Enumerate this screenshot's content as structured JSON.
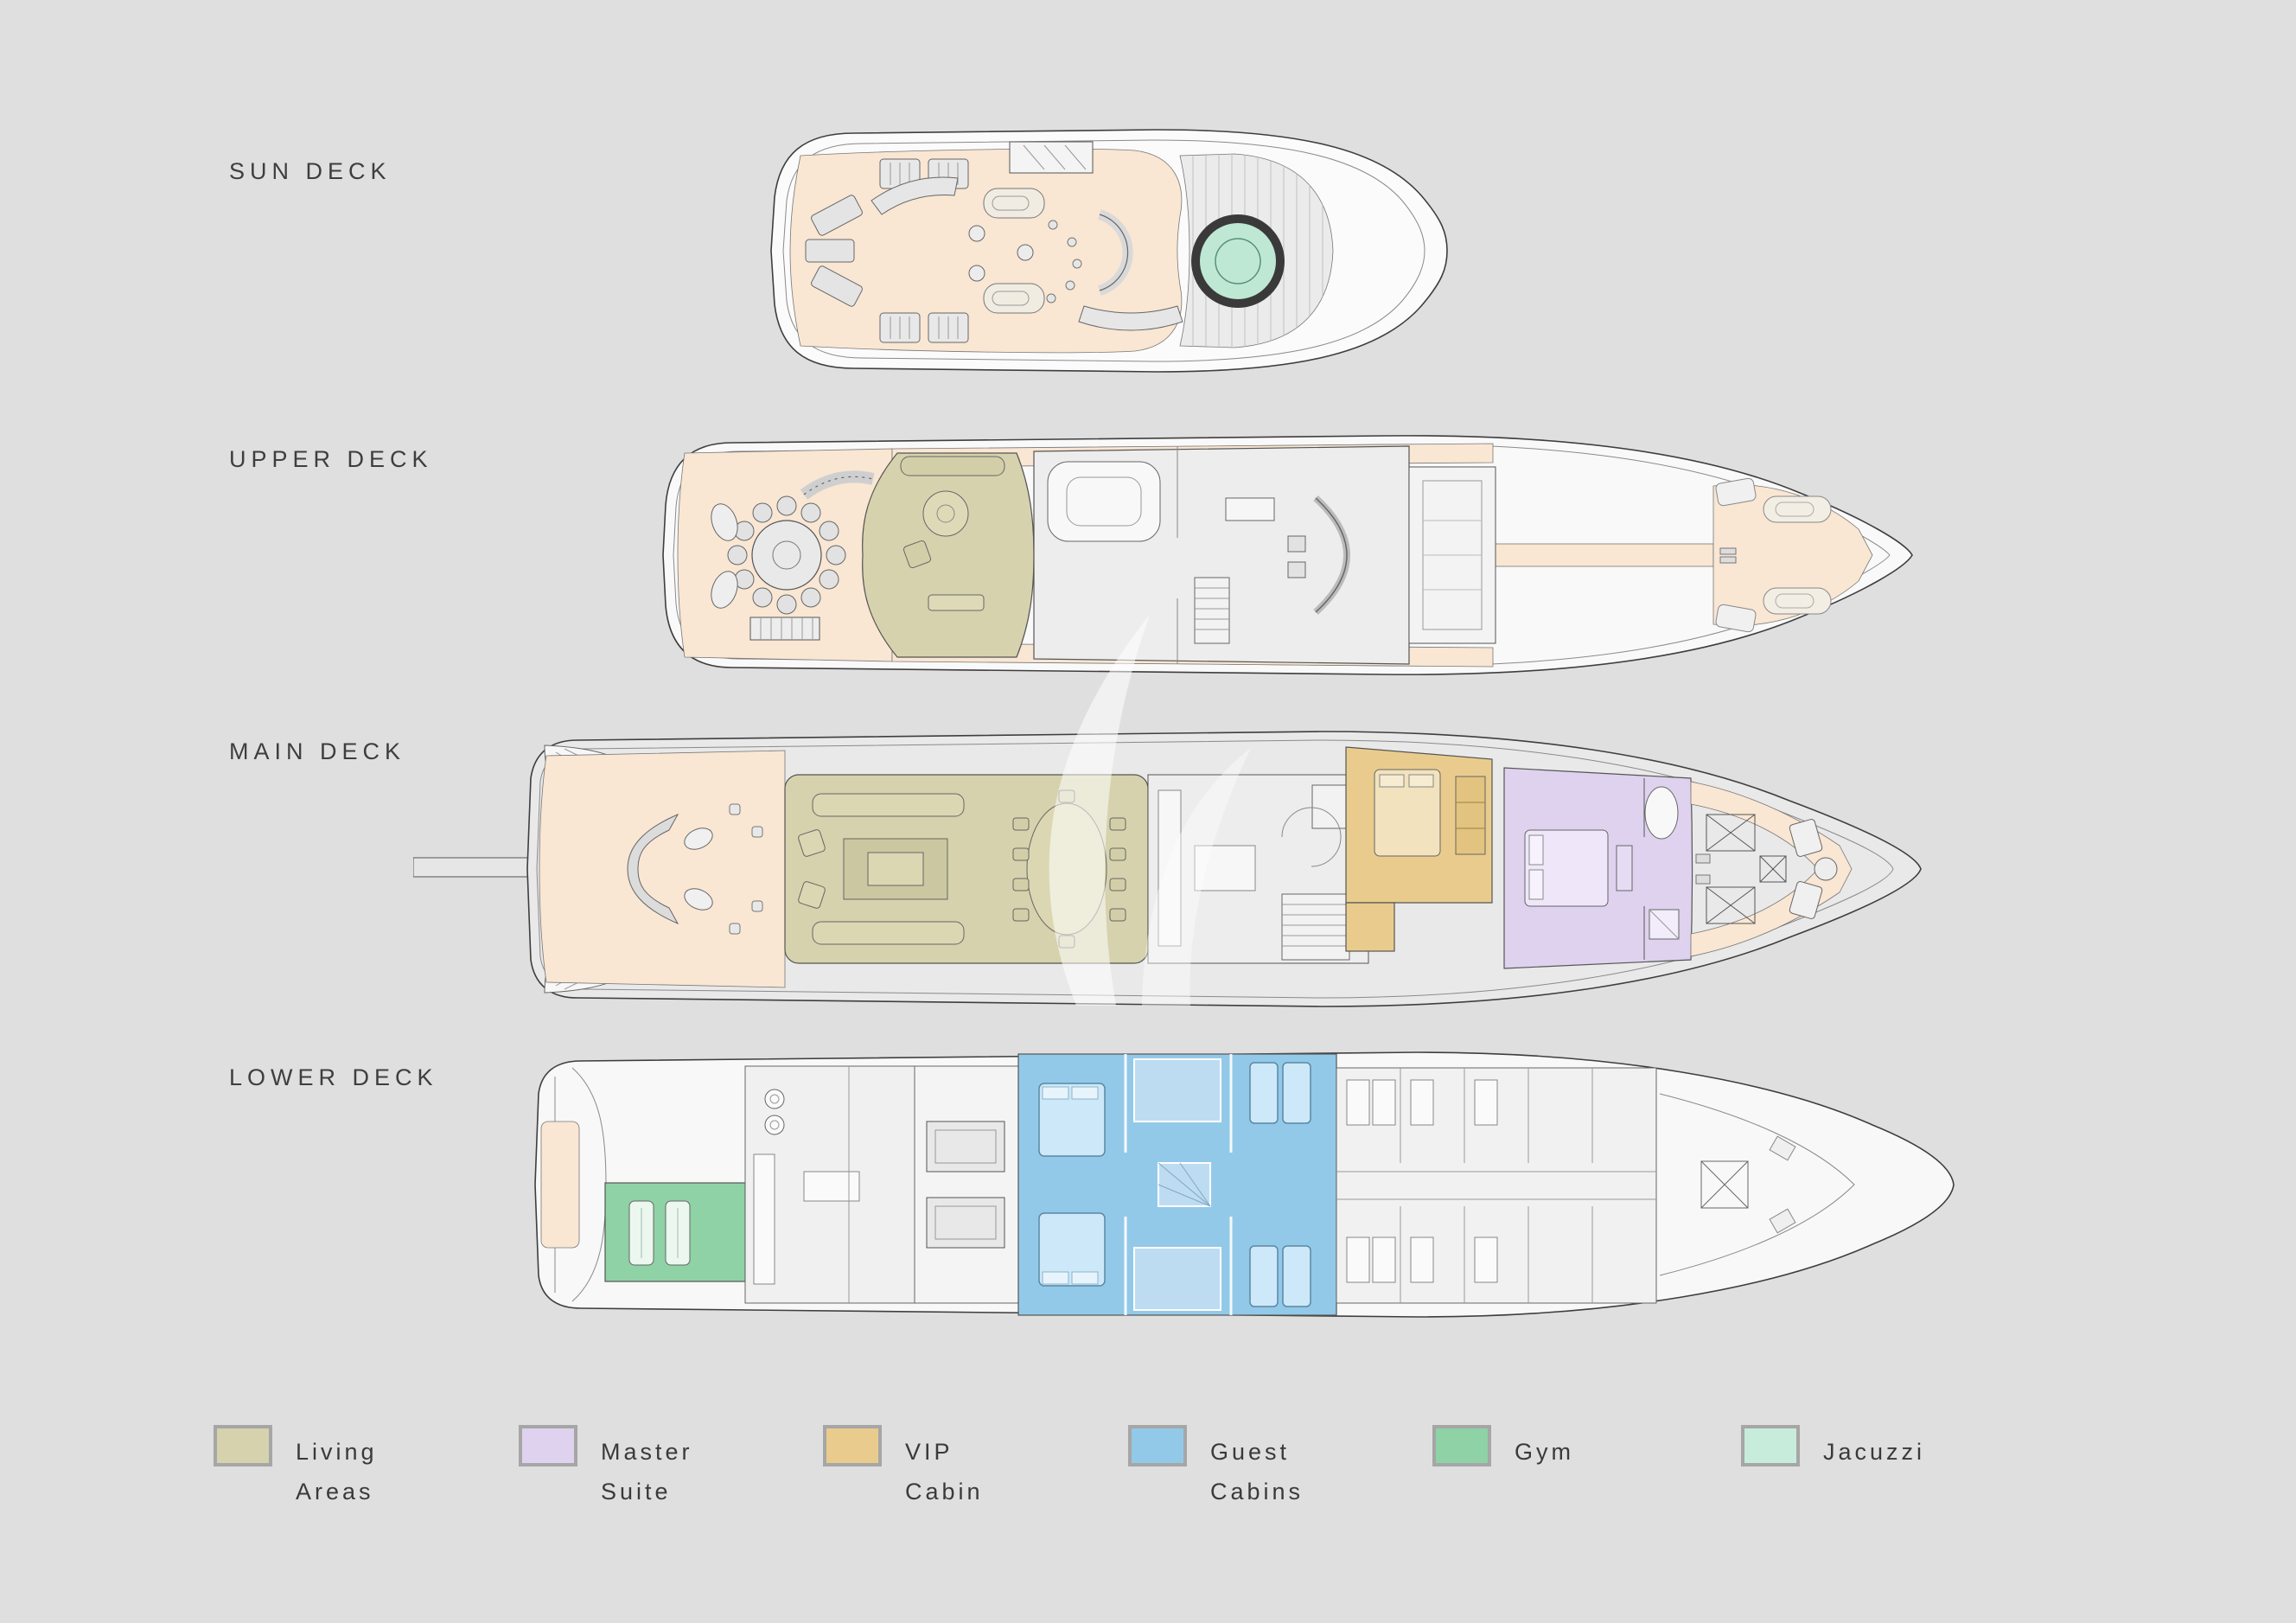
{
  "page": {
    "background": "#dfdfdf"
  },
  "deck_labels": [
    {
      "label": "SUN DECK"
    },
    {
      "label": "UPPER DECK"
    },
    {
      "label": "MAIN DECK"
    },
    {
      "label": "LOWER DECK"
    }
  ],
  "legend": {
    "items": [
      {
        "line1": "Living",
        "line2": "Areas",
        "color": "#d6d2ad"
      },
      {
        "line1": "Master",
        "line2": "Suite",
        "color": "#ded2ef"
      },
      {
        "line1": "VIP",
        "line2": "Cabin",
        "color": "#e9cc8d"
      },
      {
        "line1": "Guest",
        "line2": "Cabins",
        "color": "#93c9e8"
      },
      {
        "line1": "Gym",
        "line2": "",
        "color": "#8ed2a5"
      },
      {
        "line1": "Jacuzzi",
        "line2": "",
        "color": "#c7ecdb"
      }
    ]
  },
  "colors": {
    "background": "#dfdfdf",
    "deck_floor": "#f9e6d3",
    "living_areas": "#d6d2ad",
    "living_furniture": "#dbd7b2",
    "master_suite": "#ded2ef",
    "vip_cabin": "#e9cc8d",
    "guest_cabins": "#93c9e8",
    "gym": "#8ed2a5",
    "jacuzzi": "#bfe8d4"
  }
}
